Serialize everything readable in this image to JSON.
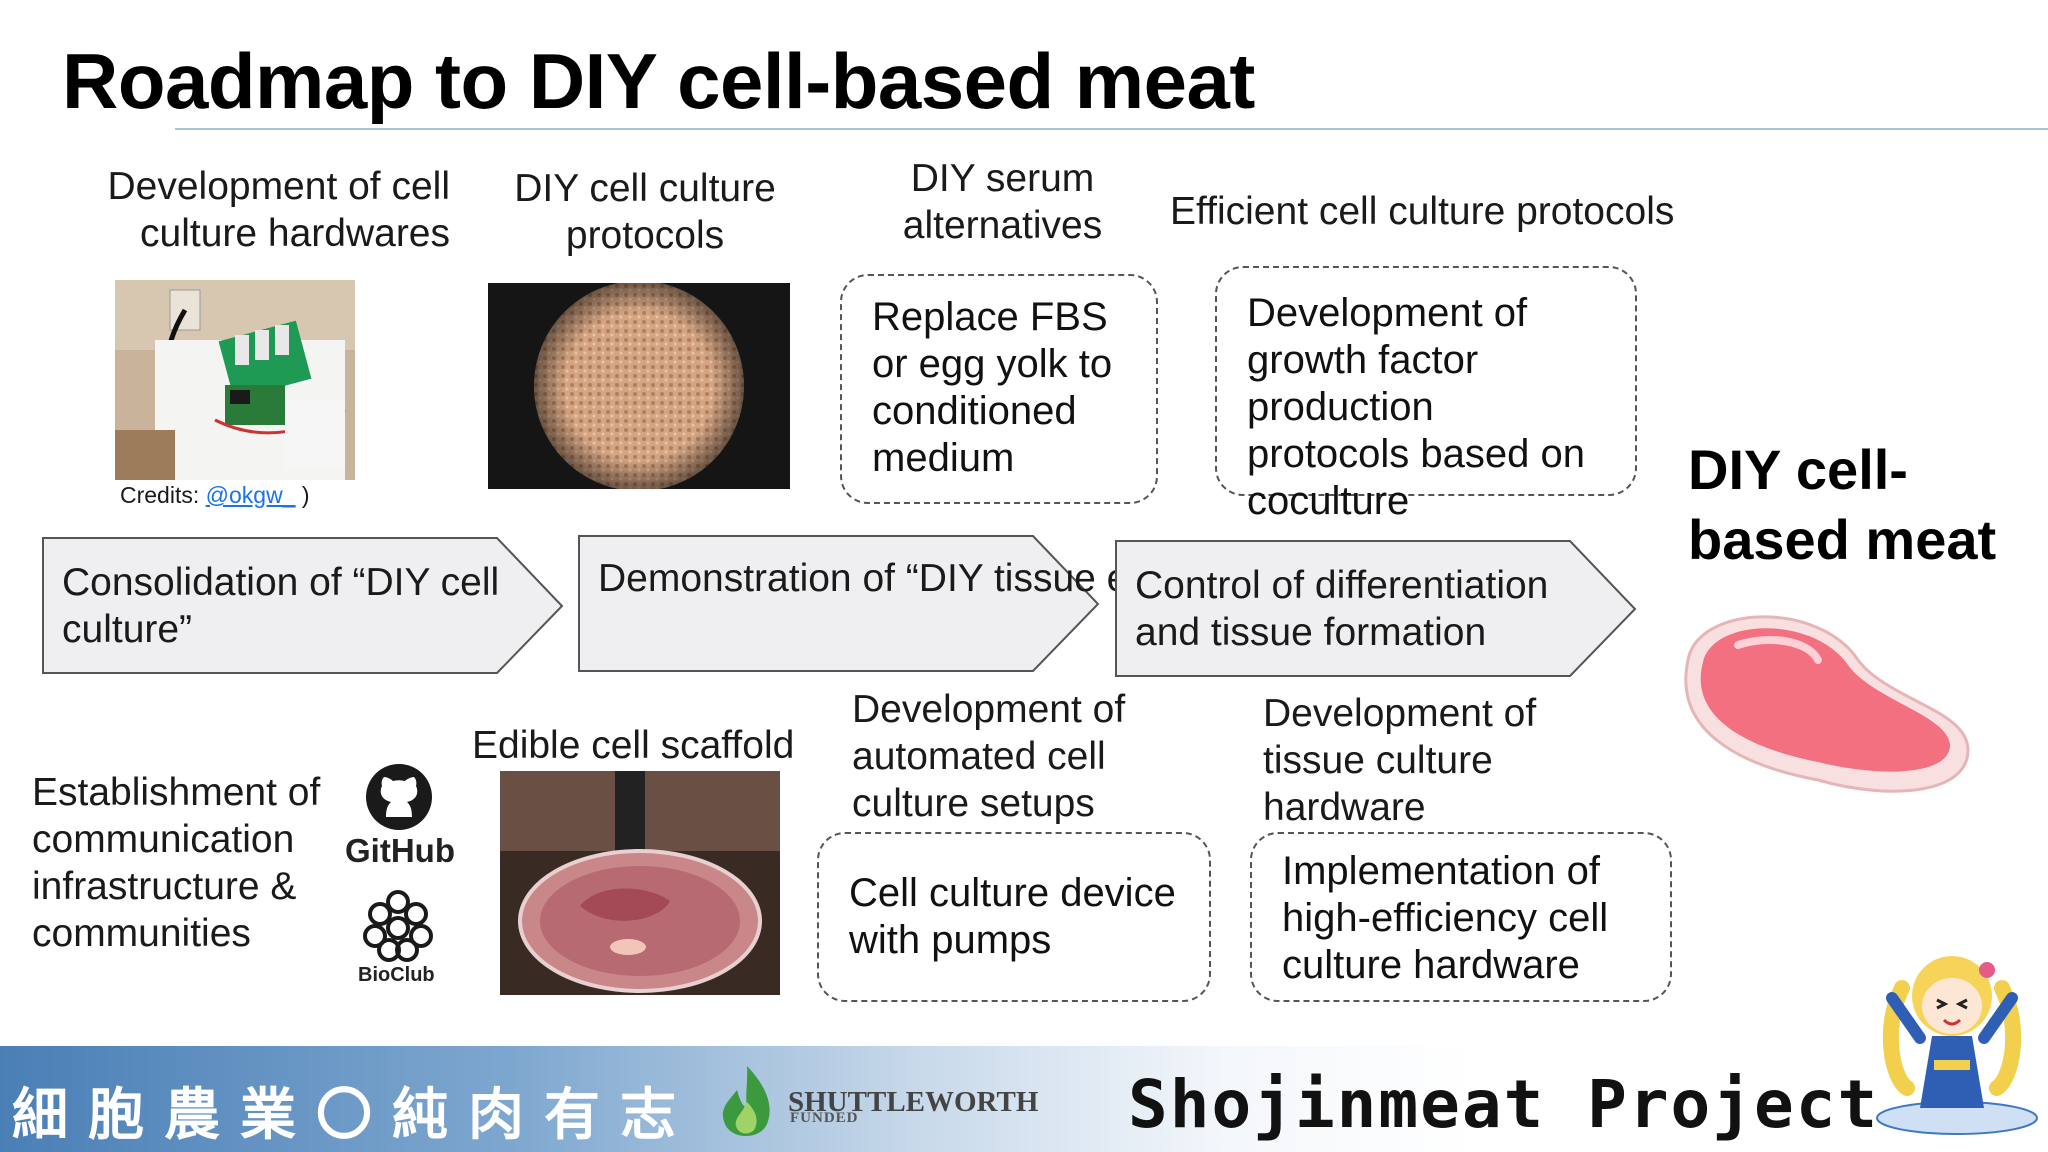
{
  "slide": {
    "title": "Roadmap to DIY cell-based meat"
  },
  "top_labels": {
    "hardware": "Development of cell culture hardwares",
    "protocols": "DIY cell culture protocols",
    "serum": "DIY serum alternatives",
    "efficient": "Efficient cell culture protocols"
  },
  "credits": {
    "prefix": "Credits: ",
    "handle": "@okgw_",
    "suffix": " )"
  },
  "top_boxes": {
    "serum": "Replace FBS or egg yolk to conditioned medium",
    "growth": "Development of growth factor production protocols based on coculture"
  },
  "arrows": [
    {
      "label": "Consolidation of “DIY cell culture”"
    },
    {
      "label": "Demonstration of “DIY tissue engineering”"
    },
    {
      "label": "Control of differentiation and tissue formation"
    }
  ],
  "final_goal": "DIY cell-based meat",
  "bottom_labels": {
    "infrastructure": "Establishment of communication infrastructure & communities",
    "scaffold": "Edible cell scaffold",
    "automated": "Development of automated cell culture setups",
    "tissue_hw": "Development of tissue culture hardware"
  },
  "logos": {
    "github": "GitHub",
    "bioclub": "BioClub"
  },
  "bottom_boxes": {
    "pumps": "Cell culture device with pumps",
    "highEff": "Implementation of high-efficiency cell culture hardware"
  },
  "footer": {
    "cjk": "細胞農業〇純肉有志",
    "sponsor": "SHUTTLEWORTH",
    "sponsor_sub": "FUNDED",
    "project": "Shojinmeat Project"
  },
  "colors": {
    "arrow_fill": "#efeff1",
    "arrow_stroke": "#555555",
    "band_blue": "#4a7fb6",
    "meat_pink": "#f2707f",
    "link_blue": "#1a73e8"
  }
}
